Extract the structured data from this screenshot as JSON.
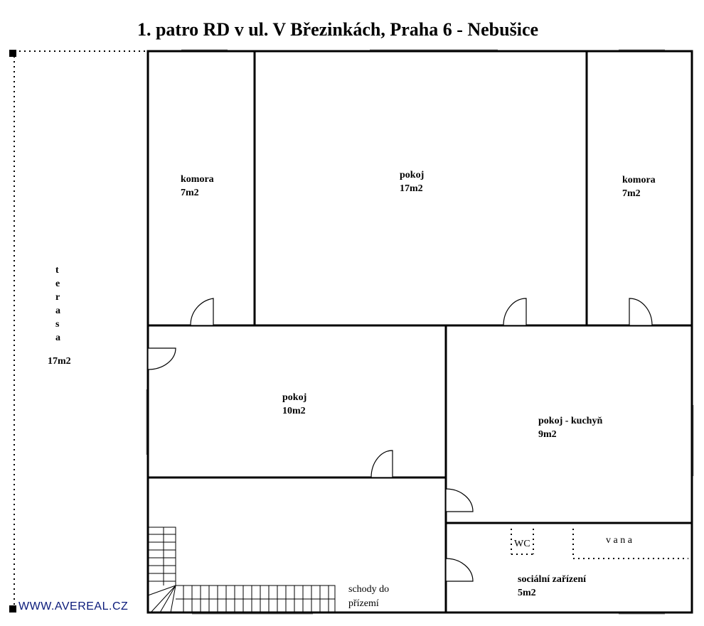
{
  "title": "1. patro RD v ul. V Březinkách, Praha 6 - Nebušice",
  "watermark": "WWW.AVEREAL.CZ",
  "rooms": {
    "komora_left": {
      "name": "komora",
      "area": "7m2"
    },
    "pokoj_top": {
      "name": "pokoj",
      "area": "17m2"
    },
    "komora_right": {
      "name": "komora",
      "area": "7m2"
    },
    "terasa": {
      "letters": [
        "t",
        "e",
        "r",
        "a",
        "s",
        "a"
      ],
      "area": "17m2"
    },
    "pokoj_mid": {
      "name": "pokoj",
      "area": "10m2"
    },
    "pokoj_kuchyn": {
      "name": "pokoj - kuchyň",
      "area": "9m2"
    },
    "schody": {
      "line1": "schody do",
      "line2": "přízemí"
    },
    "socialni": {
      "name": "sociální zařízení",
      "area": "5m2"
    },
    "wc": {
      "label": "WC"
    },
    "vana": {
      "label": "v a n a"
    }
  },
  "colors": {
    "walls": "#000000",
    "watermark": "#0a1a7a",
    "background": "#ffffff"
  }
}
